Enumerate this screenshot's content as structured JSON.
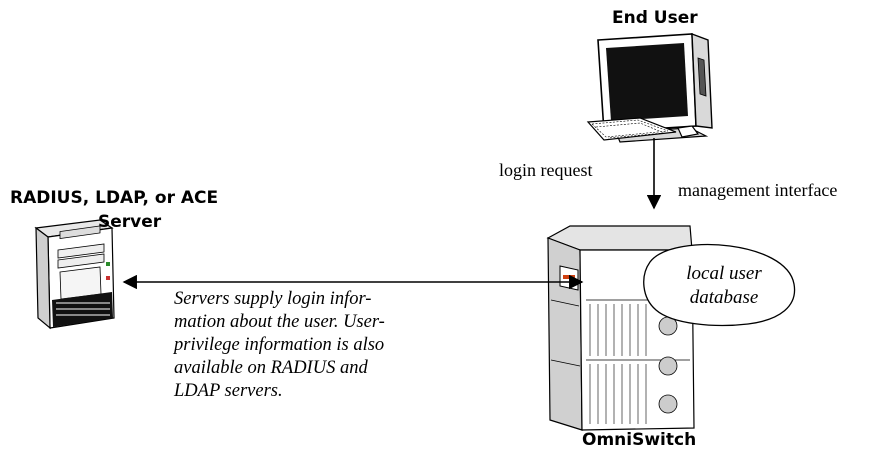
{
  "labels": {
    "end_user": "End User",
    "server": [
      "RADIUS, LDAP, or ACE",
      "Server"
    ],
    "omniswitch": "OmniSwitch",
    "login_request": "login request",
    "management_interface": "management interface",
    "local_db": [
      "local user",
      "database"
    ],
    "note": [
      "Servers supply login infor-",
      "mation about the user. User-",
      "privilege information is also",
      "available on RADIUS and",
      "LDAP servers."
    ]
  },
  "icons": {
    "end_user": "desktop-computer-icon",
    "server": "tower-server-icon",
    "switch": "chassis-switch-icon"
  }
}
